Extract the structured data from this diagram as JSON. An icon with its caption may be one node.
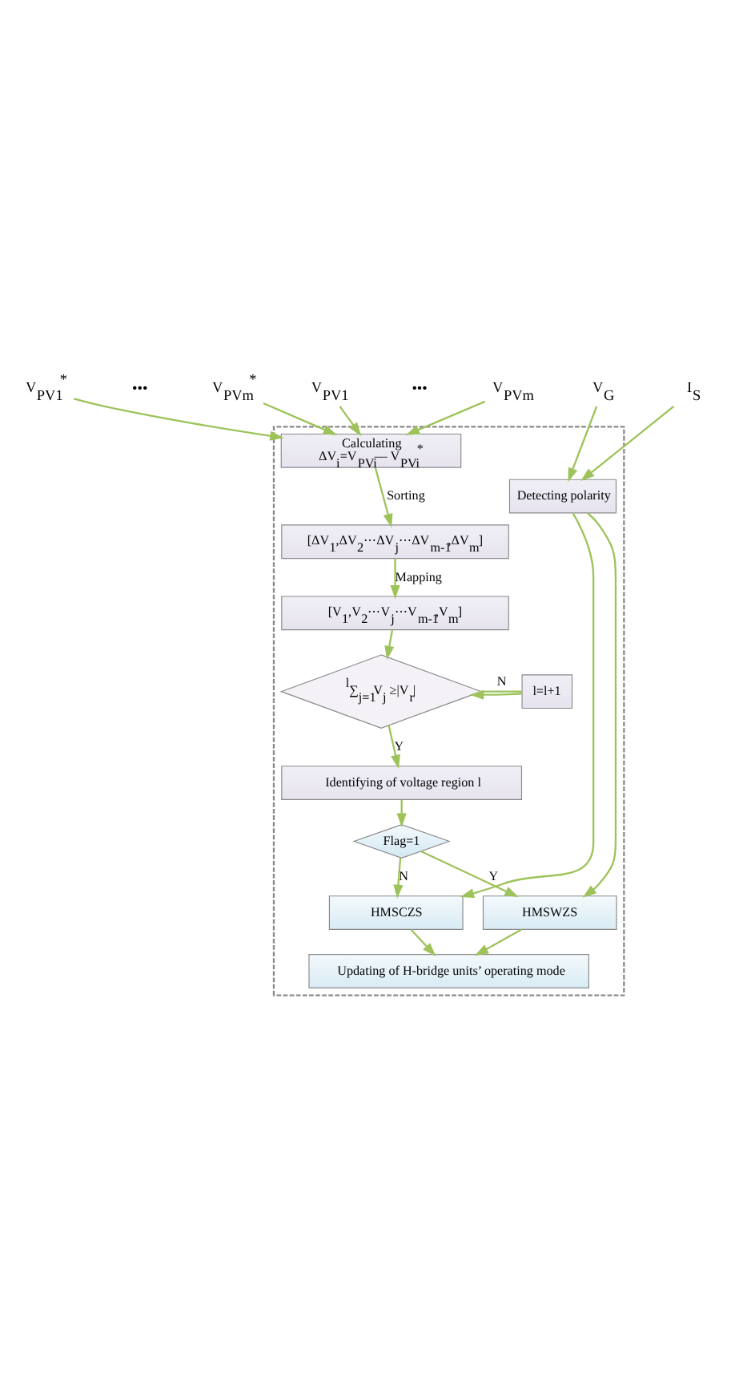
{
  "diagram": {
    "nodes": [
      {
        "text": [
          "V$_{PV1}$$^{*}$"
        ]
      },
      {
        "text": [
          "V$_{PVm}$$^{*}$"
        ]
      },
      {
        "text": [
          "V$_{PV1}$"
        ]
      },
      {
        "text": [
          "V$_{PVm}$"
        ]
      },
      {
        "text": [
          "V$_{G}$"
        ]
      },
      {
        "text": [
          "I$_{S}$"
        ]
      },
      {
        "text": [],
        "shape": "box"
      },
      {
        "text": [
          "Calculating",
          "ΔV$_{i}$=V$_{PVi}$— V$_{PVi}$$^{*}$"
        ],
        "in": 6
      },
      {
        "text": [
          "[ΔV$_{1}$,ΔV$_{2}$⋯ΔV$_{j}$⋯ΔV$_{m-1}$,ΔV$_{m}$]"
        ],
        "in": 6
      },
      {
        "text": [
          "[V$_{1}$,V$_{2}$⋯V$_{j}$⋯V$_{m-1}$,V$_{m}$]"
        ],
        "in": 6
      },
      {
        "text": [
          "$^{l}$∑$_{j=1}$V$_{j}$ ≥|V$_{r}$|"
        ],
        "in": 6
      },
      {
        "text": [
          "l=l+1"
        ],
        "in": 6
      },
      {
        "text": [
          "Identifying of voltage region l"
        ],
        "in": 6
      },
      {
        "text": [
          "Detecting polarity"
        ],
        "in": 6
      },
      {
        "text": [
          "Flag=1"
        ],
        "in": 6
      },
      {
        "text": [
          "HMSWZS"
        ],
        "in": 6
      },
      {
        "text": [
          "HMSCZS"
        ],
        "in": 6
      },
      {
        "text": [
          "Updating of H-bridge units’ operating mode"
        ],
        "in": 6
      }
    ],
    "edges": [
      {
        "from": 0,
        "to": 7,
        "arrow": "to"
      },
      {
        "from": 1,
        "to": 7,
        "arrow": "to"
      },
      {
        "from": 2,
        "to": 7,
        "arrow": "to"
      },
      {
        "from": 3,
        "to": 7,
        "arrow": "to"
      },
      {
        "from": 4,
        "to": 13,
        "arrow": "to"
      },
      {
        "from": 5,
        "to": 13,
        "arrow": "to"
      },
      {
        "from": 7,
        "to": 8,
        "arrow": "to",
        "label": "Sorting"
      },
      {
        "from": 8,
        "to": 9,
        "arrow": "to",
        "label": "Mapping"
      },
      {
        "from": 9,
        "to": 10,
        "arrow": "to"
      },
      {
        "from": 10,
        "to": 11,
        "arrow": "none",
        "label": "N"
      },
      {
        "from": 11,
        "to": 10,
        "arrow": "to"
      },
      {
        "from": 10,
        "to": 12,
        "arrow": "to",
        "label": "Y"
      },
      {
        "from": 12,
        "to": 14,
        "arrow": "to"
      },
      {
        "from": 14,
        "to": 15,
        "arrow": "to",
        "label": "Y"
      },
      {
        "from": 14,
        "to": 16,
        "arrow": "to",
        "label": "N"
      },
      {
        "from": 13,
        "to": 15,
        "arrow": "to"
      },
      {
        "from": 13,
        "to": 16,
        "arrow": "to"
      },
      {
        "from": 15,
        "to": 17,
        "arrow": "to"
      },
      {
        "from": 16,
        "to": 17,
        "arrow": "to"
      }
    ],
    "labels": [
      "•••",
      "•••"
    ]
  }
}
